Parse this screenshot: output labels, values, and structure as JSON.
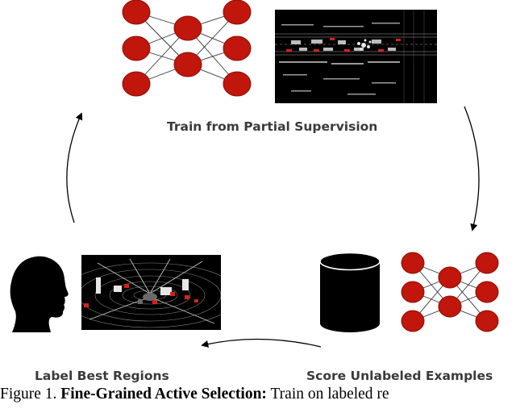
{
  "stages": {
    "train_label": "Train from Partial Supervision",
    "score_label": "Score Unlabeled Examples",
    "label_label": "Label Best Regions"
  },
  "caption": {
    "prefix": "Figure 1.",
    "bold": "Fine-Grained Active Selection:",
    "rest": "Train on labeled re"
  },
  "colors": {
    "node_red": "#c0160c",
    "node_stroke": "#8a0f08",
    "highlight_red": "#d8201a",
    "label_gray": "#3a3a3a"
  },
  "icons": {
    "network": "neural-network-icon",
    "database": "database-cylinder-icon",
    "person": "human-head-silhouette-icon",
    "lidar": "lidar-point-cloud-image"
  }
}
